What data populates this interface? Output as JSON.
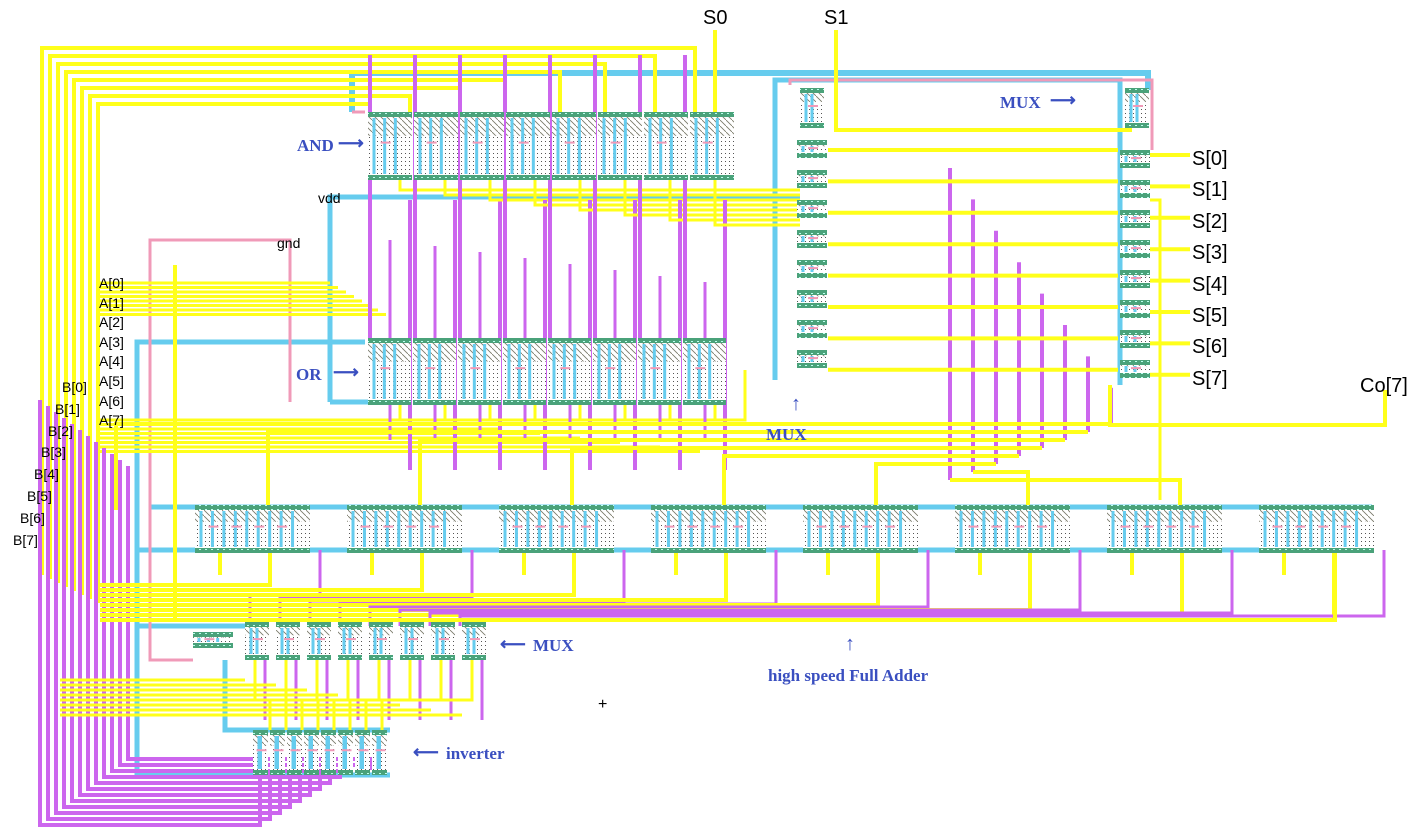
{
  "signals": {
    "s0": "S0",
    "s1": "S1",
    "vdd": "vdd",
    "gnd": "gnd",
    "co7": "Co[7]",
    "a_inputs": [
      "A[0]",
      "A[1]",
      "A[2]",
      "A[3]",
      "A[4]",
      "A[5]",
      "A[6]",
      "A[7]"
    ],
    "b_inputs": [
      "B[0]",
      "B[1]",
      "B[2]",
      "B[3]",
      "B[4]",
      "B[5]",
      "B[6]",
      "B[7]"
    ],
    "s_outputs": [
      "S[0]",
      "S[1]",
      "S[2]",
      "S[3]",
      "S[4]",
      "S[5]",
      "S[6]",
      "S[7]"
    ]
  },
  "annotations": {
    "and_label": "AND",
    "or_label": "OR",
    "mux_top": "MUX",
    "mux_mid": "MUX",
    "mux_bottom": "MUX",
    "full_adder": "high speed Full Adder",
    "inverter": "inverter",
    "crosshair": "+"
  },
  "colors": {
    "metal1_yellow": "#ffff1a",
    "metal2_magenta": "#cc66ee",
    "power_cyan": "#66ccee",
    "poly_pink": "#f09ab8",
    "diffusion_green": "#3a9a6a",
    "annotation_blue": "#3a4fc0"
  }
}
